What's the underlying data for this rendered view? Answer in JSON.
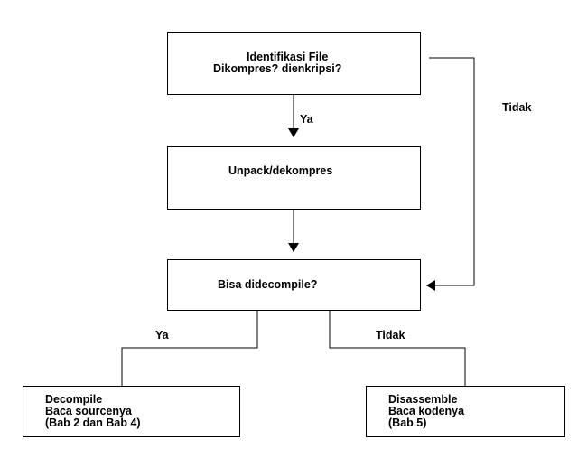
{
  "diagram": {
    "nodes": {
      "identify": {
        "line1": "Identifikasi File",
        "line2": "Dikompres? dienkripsi?"
      },
      "unpack": {
        "line1": "Unpack/dekompres"
      },
      "decompilable": {
        "line1": "Bisa didecompile?"
      },
      "decompile": {
        "line1": "Decompile",
        "line2": "Baca sourcenya",
        "line3": "(Bab 2 dan Bab 4)"
      },
      "disassemble": {
        "line1": "Disassemble",
        "line2": "Baca kodenya",
        "line3": "(Bab 5)"
      }
    },
    "edges": {
      "identify_to_unpack": "Ya",
      "identify_to_decompilable": "Tidak",
      "decompilable_to_decompile": "Ya",
      "decompilable_to_disassemble": "Tidak"
    },
    "colors": {
      "line": "#000000",
      "box_border": "#000000",
      "background": "#ffffff"
    }
  }
}
